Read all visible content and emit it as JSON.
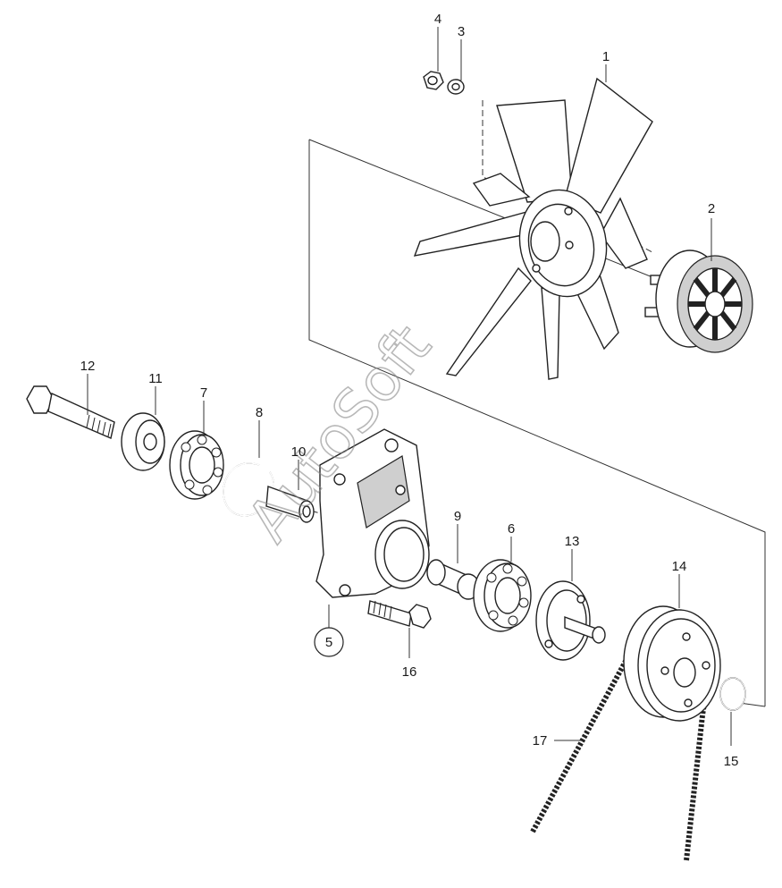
{
  "watermark": "AutoSoft",
  "callouts": [
    {
      "id": "1",
      "label": "1"
    },
    {
      "id": "2",
      "label": "2"
    },
    {
      "id": "3",
      "label": "3"
    },
    {
      "id": "4",
      "label": "4"
    },
    {
      "id": "5",
      "label": "5",
      "circled": true
    },
    {
      "id": "6",
      "label": "6"
    },
    {
      "id": "7",
      "label": "7"
    },
    {
      "id": "8",
      "label": "8"
    },
    {
      "id": "9",
      "label": "9"
    },
    {
      "id": "10",
      "label": "10"
    },
    {
      "id": "11",
      "label": "11"
    },
    {
      "id": "12",
      "label": "12"
    },
    {
      "id": "13",
      "label": "13"
    },
    {
      "id": "14",
      "label": "14"
    },
    {
      "id": "15",
      "label": "15"
    },
    {
      "id": "16",
      "label": "16"
    },
    {
      "id": "17",
      "label": "17"
    }
  ]
}
